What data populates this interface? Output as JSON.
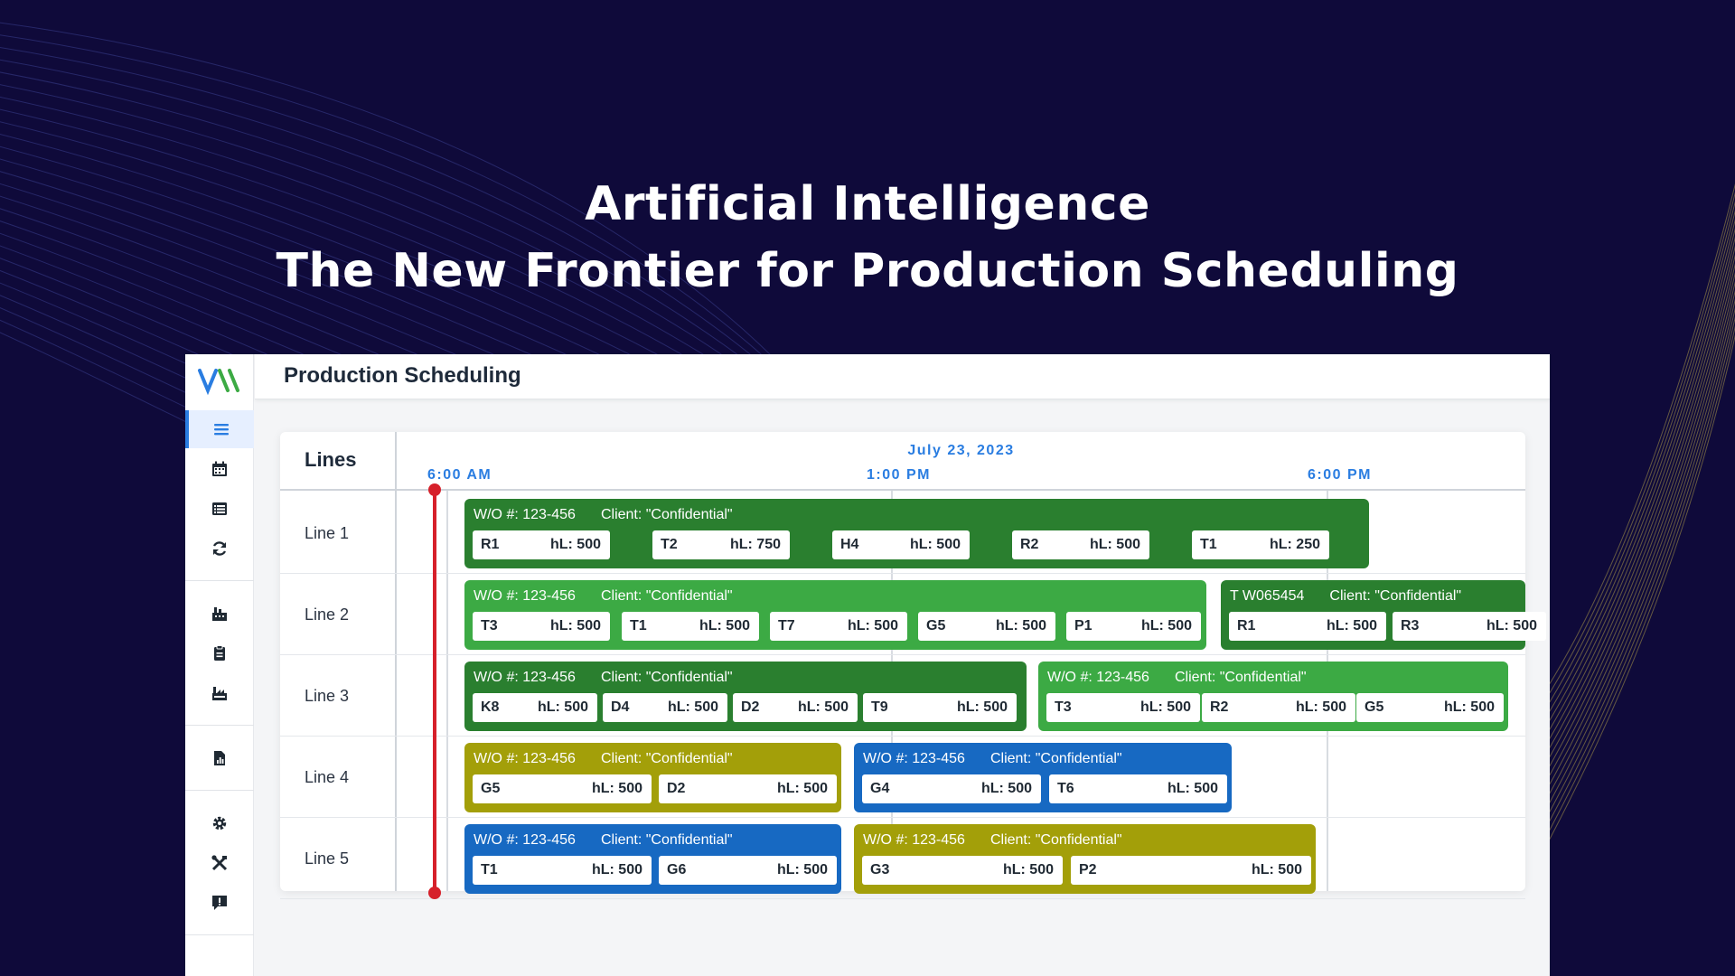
{
  "headline": {
    "line1": "Artificial Intelligence",
    "line2": "The New Frontier for Production Scheduling"
  },
  "colors": {
    "background": "#0f0a3a",
    "accent": "#2a7de1",
    "dark_green": "#2a7f2f",
    "light_green": "#3caa44",
    "olive": "#a39f09",
    "blue": "#1769c2",
    "now_marker": "#d6202a"
  },
  "app": {
    "page_title": "Production Scheduling",
    "sidebar_icons": [
      "menu-icon",
      "calendar-icon",
      "list-icon",
      "refresh-icon",
      "factory-icon",
      "clipboard-icon",
      "production-icon",
      "report-icon",
      "gear-icon",
      "tools-icon",
      "alert-icon"
    ]
  },
  "schedule": {
    "lines_header": "Lines",
    "date": "July 23, 2023",
    "times": [
      "6:00 AM",
      "1:00 PM",
      "6:00 PM"
    ],
    "rows": [
      {
        "label": "Line 1",
        "orders": [
          {
            "wo": "W/O #: 123-456",
            "client": "Client: \"Confidential\"",
            "color": "dark_green",
            "items": [
              {
                "code": "R1",
                "hl": "hL: 500"
              },
              {
                "code": "T2",
                "hl": "hL: 750"
              },
              {
                "code": "H4",
                "hl": "hL: 500"
              },
              {
                "code": "R2",
                "hl": "hL: 500"
              },
              {
                "code": "T1",
                "hl": "hL: 250"
              }
            ]
          }
        ]
      },
      {
        "label": "Line 2",
        "orders": [
          {
            "wo": "W/O #: 123-456",
            "client": "Client: \"Confidential\"",
            "color": "light_green",
            "items": [
              {
                "code": "T3",
                "hl": "hL: 500"
              },
              {
                "code": "T1",
                "hl": "hL: 500"
              },
              {
                "code": "T7",
                "hl": "hL: 500"
              },
              {
                "code": "G5",
                "hl": "hL: 500"
              },
              {
                "code": "P1",
                "hl": "hL: 500"
              }
            ]
          },
          {
            "wo": "T W065454",
            "client": "Client: \"Confidential\"",
            "color": "dark_green",
            "items": [
              {
                "code": "R1",
                "hl": "hL: 500"
              },
              {
                "code": "R3",
                "hl": "hL: 500"
              }
            ]
          }
        ]
      },
      {
        "label": "Line 3",
        "orders": [
          {
            "wo": "W/O #: 123-456",
            "client": "Client: \"Confidential\"",
            "color": "dark_green",
            "items": [
              {
                "code": "K8",
                "hl": "hL: 500"
              },
              {
                "code": "D4",
                "hl": "hL: 500"
              },
              {
                "code": "D2",
                "hl": "hL: 500"
              },
              {
                "code": "T9",
                "hl": "hL: 500"
              }
            ]
          },
          {
            "wo": "W/O #: 123-456",
            "client": "Client: \"Confidential\"",
            "color": "light_green",
            "items": [
              {
                "code": "T3",
                "hl": "hL: 500"
              },
              {
                "code": "R2",
                "hl": "hL: 500"
              },
              {
                "code": "G5",
                "hl": "hL: 500"
              }
            ]
          }
        ]
      },
      {
        "label": "Line 4",
        "orders": [
          {
            "wo": "W/O #: 123-456",
            "client": "Client: \"Confidential\"",
            "color": "olive",
            "items": [
              {
                "code": "G5",
                "hl": "hL: 500"
              },
              {
                "code": "D2",
                "hl": "hL: 500"
              }
            ]
          },
          {
            "wo": "W/O #: 123-456",
            "client": "Client: \"Confidential\"",
            "color": "blue",
            "items": [
              {
                "code": "G4",
                "hl": "hL: 500"
              },
              {
                "code": "T6",
                "hl": "hL: 500"
              }
            ]
          }
        ]
      },
      {
        "label": "Line 5",
        "orders": [
          {
            "wo": "W/O #: 123-456",
            "client": "Client: \"Confidential\"",
            "color": "blue",
            "items": [
              {
                "code": "T1",
                "hl": "hL: 500"
              },
              {
                "code": "G6",
                "hl": "hL: 500"
              }
            ]
          },
          {
            "wo": "W/O #: 123-456",
            "client": "Client: \"Confidential\"",
            "color": "olive",
            "items": [
              {
                "code": "G3",
                "hl": "hL: 500"
              },
              {
                "code": "P2",
                "hl": "hL: 500"
              }
            ]
          }
        ]
      }
    ]
  }
}
